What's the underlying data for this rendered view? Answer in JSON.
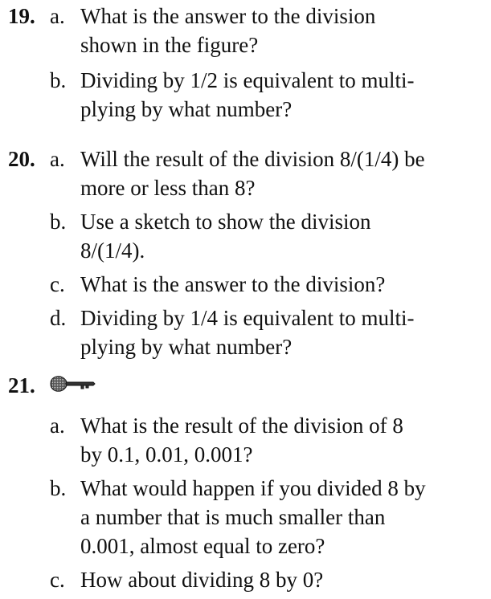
{
  "problems": [
    {
      "number": "19.",
      "parts": [
        {
          "letter": "a.",
          "lines": [
            "What is the answer to the division",
            "shown in the figure?"
          ]
        },
        {
          "letter": "b.",
          "lines": [
            "Dividing by 1/2 is equivalent to multi-",
            "plying by what number?"
          ]
        }
      ]
    },
    {
      "number": "20.",
      "parts": [
        {
          "letter": "a.",
          "lines": [
            "Will the result of the division 8/(1/4) be",
            "more or less than 8?"
          ]
        },
        {
          "letter": "b.",
          "lines": [
            "Use a sketch to show the division",
            "8/(1/4)."
          ]
        },
        {
          "letter": "c.",
          "lines": [
            "What is the answer to the division?"
          ]
        },
        {
          "letter": "d.",
          "lines": [
            "Dividing by 1/4 is equivalent to multi-",
            "plying by what number?"
          ]
        }
      ]
    },
    {
      "number": "21.",
      "icon": "key-icon",
      "parts": [
        {
          "letter": "a.",
          "lines": [
            "What is the result of the division of 8",
            "by 0.1, 0.01, 0.001?"
          ]
        },
        {
          "letter": "b.",
          "lines": [
            "What would happen if you divided 8 by",
            "a number that is much smaller than",
            "0.001, almost equal to zero?"
          ]
        },
        {
          "letter": "c.",
          "lines": [
            "How about dividing 8 by 0?"
          ]
        }
      ]
    }
  ]
}
